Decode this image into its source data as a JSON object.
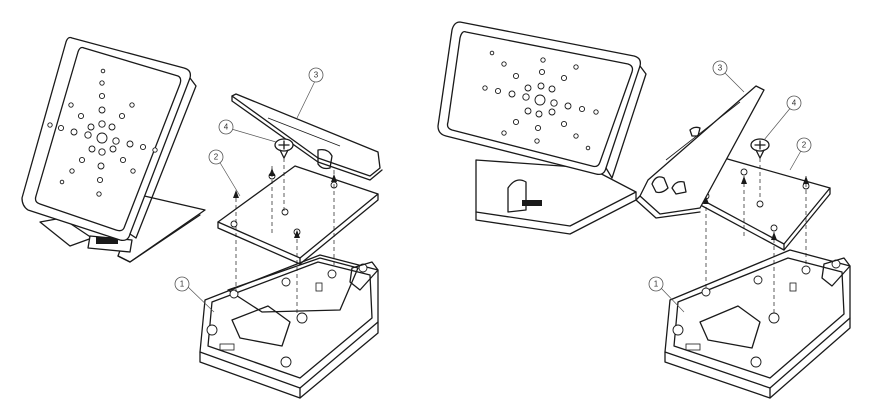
{
  "figures": [
    {
      "callouts": [
        {
          "id": "left-callout-1",
          "text": "1"
        },
        {
          "id": "left-callout-2",
          "text": "2"
        },
        {
          "id": "left-callout-3",
          "text": "3"
        },
        {
          "id": "left-callout-4",
          "text": "4"
        }
      ]
    },
    {
      "callouts": [
        {
          "id": "right-callout-1",
          "text": "1"
        },
        {
          "id": "right-callout-2",
          "text": "2"
        },
        {
          "id": "right-callout-3",
          "text": "3"
        },
        {
          "id": "right-callout-4",
          "text": "4"
        }
      ]
    }
  ]
}
